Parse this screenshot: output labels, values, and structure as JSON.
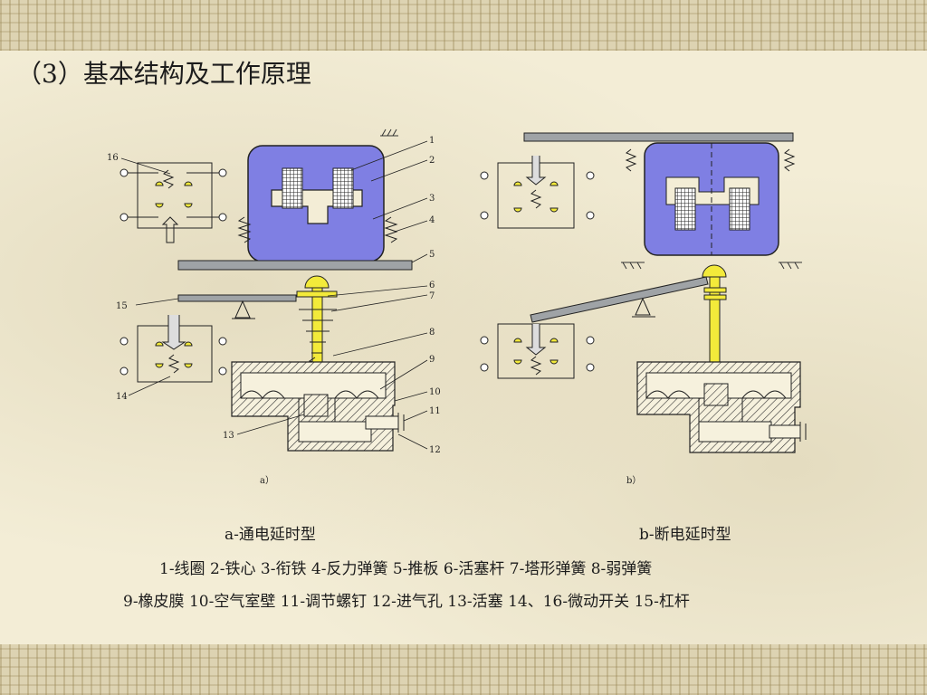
{
  "title": "（3）基本结构及工作原理",
  "figure": {
    "sub_a": "a）",
    "sub_b": "b）",
    "callouts": [
      "1",
      "2",
      "3",
      "4",
      "5",
      "6",
      "7",
      "8",
      "9",
      "10",
      "11",
      "12",
      "13",
      "14",
      "15",
      "16"
    ]
  },
  "captions": {
    "type_a": "a-通电延时型",
    "type_b": "b-断电延时型",
    "legend_line1": "1-线圈  2-铁心  3-衔铁  4-反力弹簧  5-推板  6-活塞杆  7-塔形弹簧  8-弱弹簧",
    "legend_line2": "9-橡皮膜  10-空气室壁  11-调节螺钉  12-进气孔  13-活塞  14、16-微动开关  15-杠杆"
  },
  "colors": {
    "core": "#7f7fe3",
    "rod": "#f3ea3a",
    "background": "#f3edd6"
  }
}
